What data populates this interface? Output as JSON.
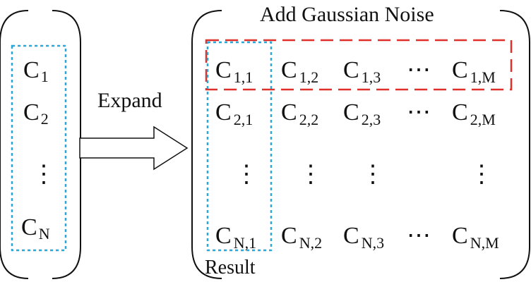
{
  "left_vector": {
    "items": [
      {
        "base": "C",
        "sub": "1"
      },
      {
        "base": "C",
        "sub": "2"
      },
      {
        "base": "C",
        "sub": "N"
      }
    ],
    "ellipsis": "⋮"
  },
  "arrow": {
    "label": "Expand"
  },
  "matrix": {
    "title": "Add Gaussian Noise",
    "result_label": "Result",
    "rows": [
      [
        {
          "base": "C",
          "sub": "1,1"
        },
        {
          "base": "C",
          "sub": "1,2"
        },
        {
          "base": "C",
          "sub": "1,3"
        },
        {
          "base": "⋯",
          "sub": ""
        },
        {
          "base": "C",
          "sub": "1,M"
        }
      ],
      [
        {
          "base": "C",
          "sub": "2,1"
        },
        {
          "base": "C",
          "sub": "2,2"
        },
        {
          "base": "C",
          "sub": "2,3"
        },
        {
          "base": "⋯",
          "sub": ""
        },
        {
          "base": "C",
          "sub": "2,M"
        }
      ],
      [
        {
          "base": "⋮",
          "sub": ""
        },
        {
          "base": "⋮",
          "sub": ""
        },
        {
          "base": "⋮",
          "sub": ""
        },
        {
          "base": "",
          "sub": ""
        },
        {
          "base": "⋮",
          "sub": ""
        }
      ],
      [
        {
          "base": "C",
          "sub": "N,1"
        },
        {
          "base": "C",
          "sub": "N,2"
        },
        {
          "base": "C",
          "sub": "N,3"
        },
        {
          "base": "⋯",
          "sub": ""
        },
        {
          "base": "C",
          "sub": "N,M"
        }
      ]
    ]
  },
  "colors": {
    "ink": "#111111",
    "column_highlight": "#2aa7d8",
    "row_highlight": "#e0302a"
  }
}
